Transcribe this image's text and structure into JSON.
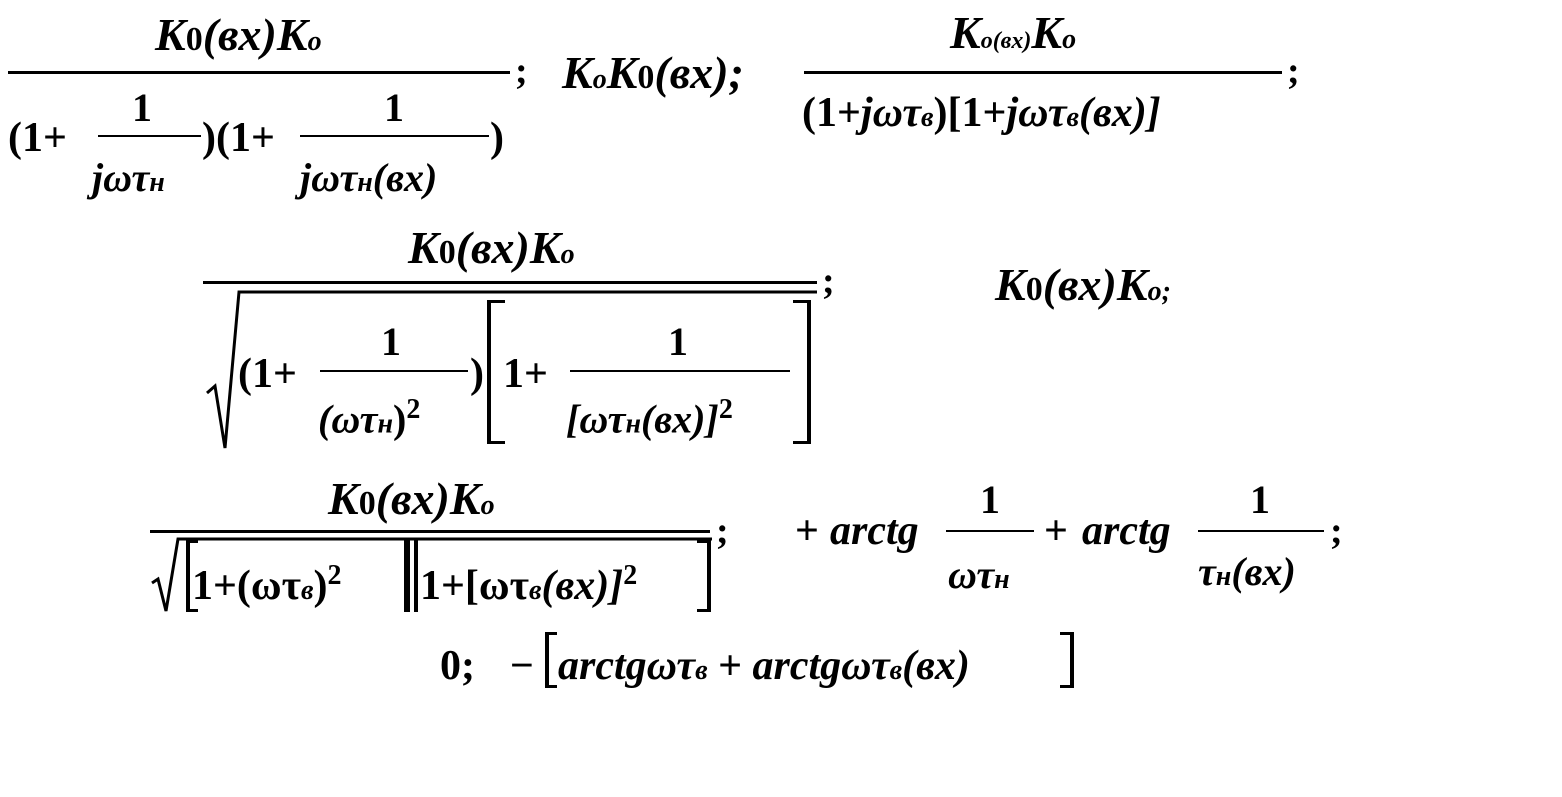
{
  "formula_1": {
    "num_k0": "K",
    "num_k0_sub": "0",
    "num_vx": "(вх)",
    "num_ko": "K",
    "num_ko_sub": "o",
    "den_left_open": "(1+",
    "den_frac1_num": "1",
    "den_frac1_den": "jωτ",
    "den_frac1_den_sub": "н",
    "den_mid": ")(1+",
    "den_frac2_num": "1",
    "den_frac2_den": "jωτ",
    "den_frac2_den_sub": "н",
    "den_frac2_den_arg": "(вх)",
    "den_right_close": ")",
    "sep": ";"
  },
  "formula_2": {
    "k": "K",
    "k_sub": "o",
    "k2": "K",
    "k2_sub": "0",
    "arg": "(вх);"
  },
  "formula_3": {
    "num_k": "K",
    "num_k_sub": "o(вх)",
    "num_k2": "K",
    "num_k2_sub": "o",
    "den_a": "(1+",
    "den_jw": "jωτ",
    "den_sub1": "в",
    "den_b": ")[1+",
    "den_jw2": "jωτ",
    "den_sub2": "в",
    "den_arg": "(вх)]",
    "sep": ";"
  },
  "formula_4": {
    "num_k0": "K",
    "num_k0_sub": "0",
    "num_vx": "(вх)",
    "num_ko": "K",
    "num_ko_sub": "o",
    "rad_open": "(1+",
    "f1_num": "1",
    "f1_den": "(ωτ",
    "f1_den_sub": "н",
    "f1_den_close": ")",
    "f1_den_exp": "2",
    "rad_mid": ")",
    "br_inner": "1+",
    "f2_num": "1",
    "f2_den": "[ωτ",
    "f2_den_sub": "н",
    "f2_den_arg": "(вх)]",
    "f2_den_exp": "2",
    "sep": ";"
  },
  "formula_5": {
    "k0": "K",
    "k0_sub": "0",
    "vx": "(вх)",
    "ko": "K",
    "ko_sub": "o;"
  },
  "formula_6": {
    "num_k0": "K",
    "num_k0_sub": "0",
    "num_vx": "(вх)",
    "num_ko": "K",
    "num_ko_sub": "o",
    "t1": "1+(ωτ",
    "t1_sub": "в",
    "t1_close": ")",
    "t1_exp": "2",
    "t2": "1+[ωτ",
    "t2_sub": "в",
    "t2_arg": "(вх)]",
    "t2_exp": "2",
    "sep": ";"
  },
  "formula_7": {
    "plus1": "+",
    "arctg1": "arctg",
    "f1_num": "1",
    "f1_den": "ωτ",
    "f1_den_sub": "н",
    "plus2": "+",
    "arctg2": "arctg",
    "f2_num": "1",
    "f2_den": "τ",
    "f2_den_sub": "н",
    "f2_den_arg": "(вх)",
    "sep": ";"
  },
  "formula_8": {
    "zero": "0;",
    "minus": "−",
    "body1": "arctgωτ",
    "sub1": "в",
    "plus": "+",
    "body2": "arctgωτ",
    "sub2": "в",
    "arg": "(вх)"
  }
}
